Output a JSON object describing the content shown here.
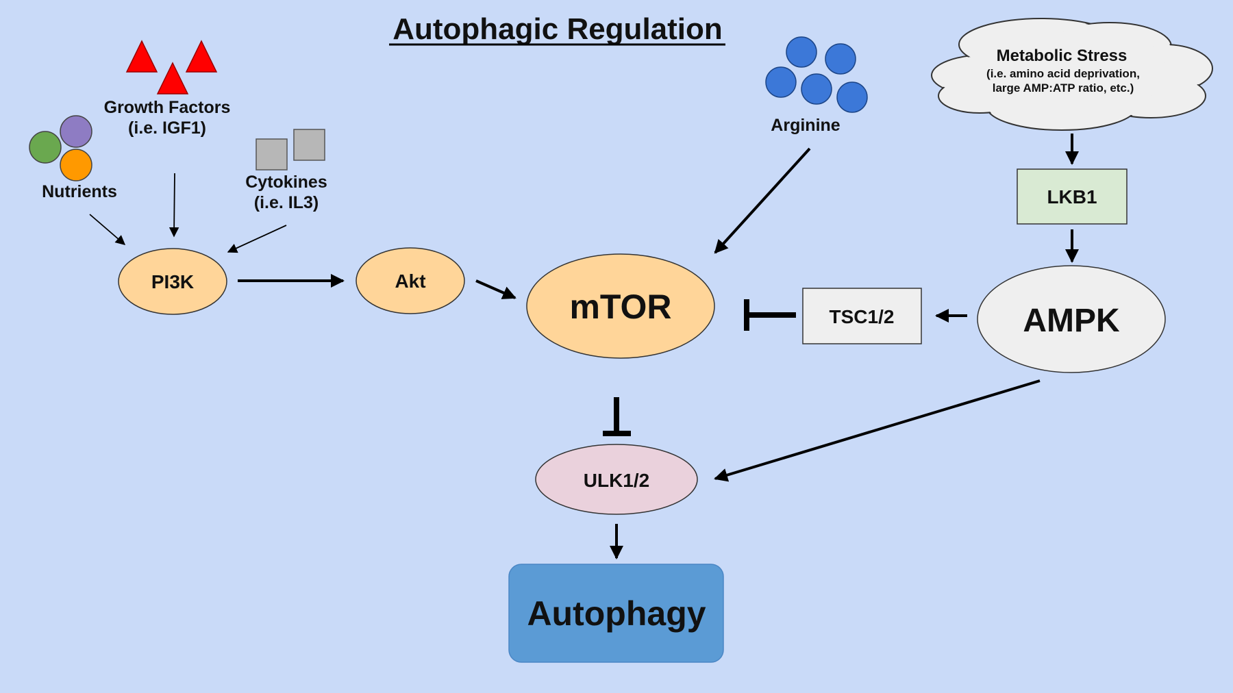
{
  "title": "Autophagic Regulation",
  "inputs": {
    "growth_factors": {
      "line1": "Growth Factors",
      "line2": "(i.e. IGF1)"
    },
    "nutrients": {
      "label": "Nutrients"
    },
    "cytokines": {
      "line1": "Cytokines",
      "line2": "(i.e. IL3)"
    },
    "arginine": {
      "label": "Arginine"
    },
    "metabolic_stress": {
      "title": "Metabolic Stress",
      "line1": "(i.e. amino acid deprivation,",
      "line2": "large AMP:ATP ratio, etc.)"
    }
  },
  "nodes": {
    "pi3k": "PI3K",
    "akt": "Akt",
    "mtor": "mTOR",
    "tsc": "TSC1/2",
    "lkb1": "LKB1",
    "ampk": "AMPK",
    "ulk": "ULK1/2",
    "autophagy": "Autophagy"
  },
  "colors": {
    "background": "#c9daf8",
    "orange_node": "#ffd599",
    "grey_node": "#efefef",
    "lkb1_box": "#d9ead3",
    "ulk_node": "#ead1dc",
    "autophagy_box": "#5b9bd5",
    "triangle": "#ff0000",
    "square": "#b7b7b7",
    "circle_green": "#6aa84f",
    "circle_purple": "#8e7cc3",
    "circle_orange": "#ff9900",
    "circle_blue": "#3c78d8"
  }
}
